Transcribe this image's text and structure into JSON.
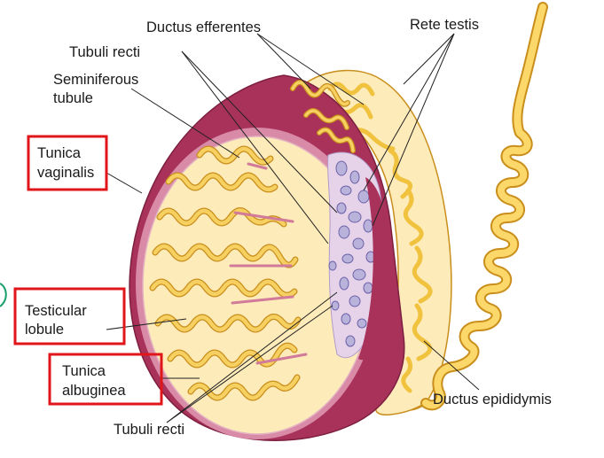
{
  "labels": {
    "ductus_efferentes": "Ductus efferentes",
    "rete_testis": "Rete testis",
    "tubuli_recti_top": "Tubuli recti",
    "seminiferous_line1": "Seminiferous",
    "seminiferous_line2": "tubule",
    "tunica_vaginalis_line1": "Tunica",
    "tunica_vaginalis_line2": "vaginalis",
    "testicular_lobule_line1": "Testicular",
    "testicular_lobule_line2": "lobule",
    "tunica_albuginea_line1": "Tunica",
    "tunica_albuginea_line2": "albuginea",
    "ductus_epididymis": "Ductus epididymis",
    "tubuli_recti_bottom": "Tubuli recti"
  },
  "colors": {
    "tunica": "#a8325a",
    "tunica_dark": "#7d1f40",
    "lobule_fill": "#fdebb9",
    "tubule": "#f3c94a",
    "tubule_outline": "#c98e1c",
    "rete": "#b9b3dc",
    "highlight_box": "#e0161b",
    "leader_line": "#222222",
    "edge_marker": "#19a06a"
  }
}
